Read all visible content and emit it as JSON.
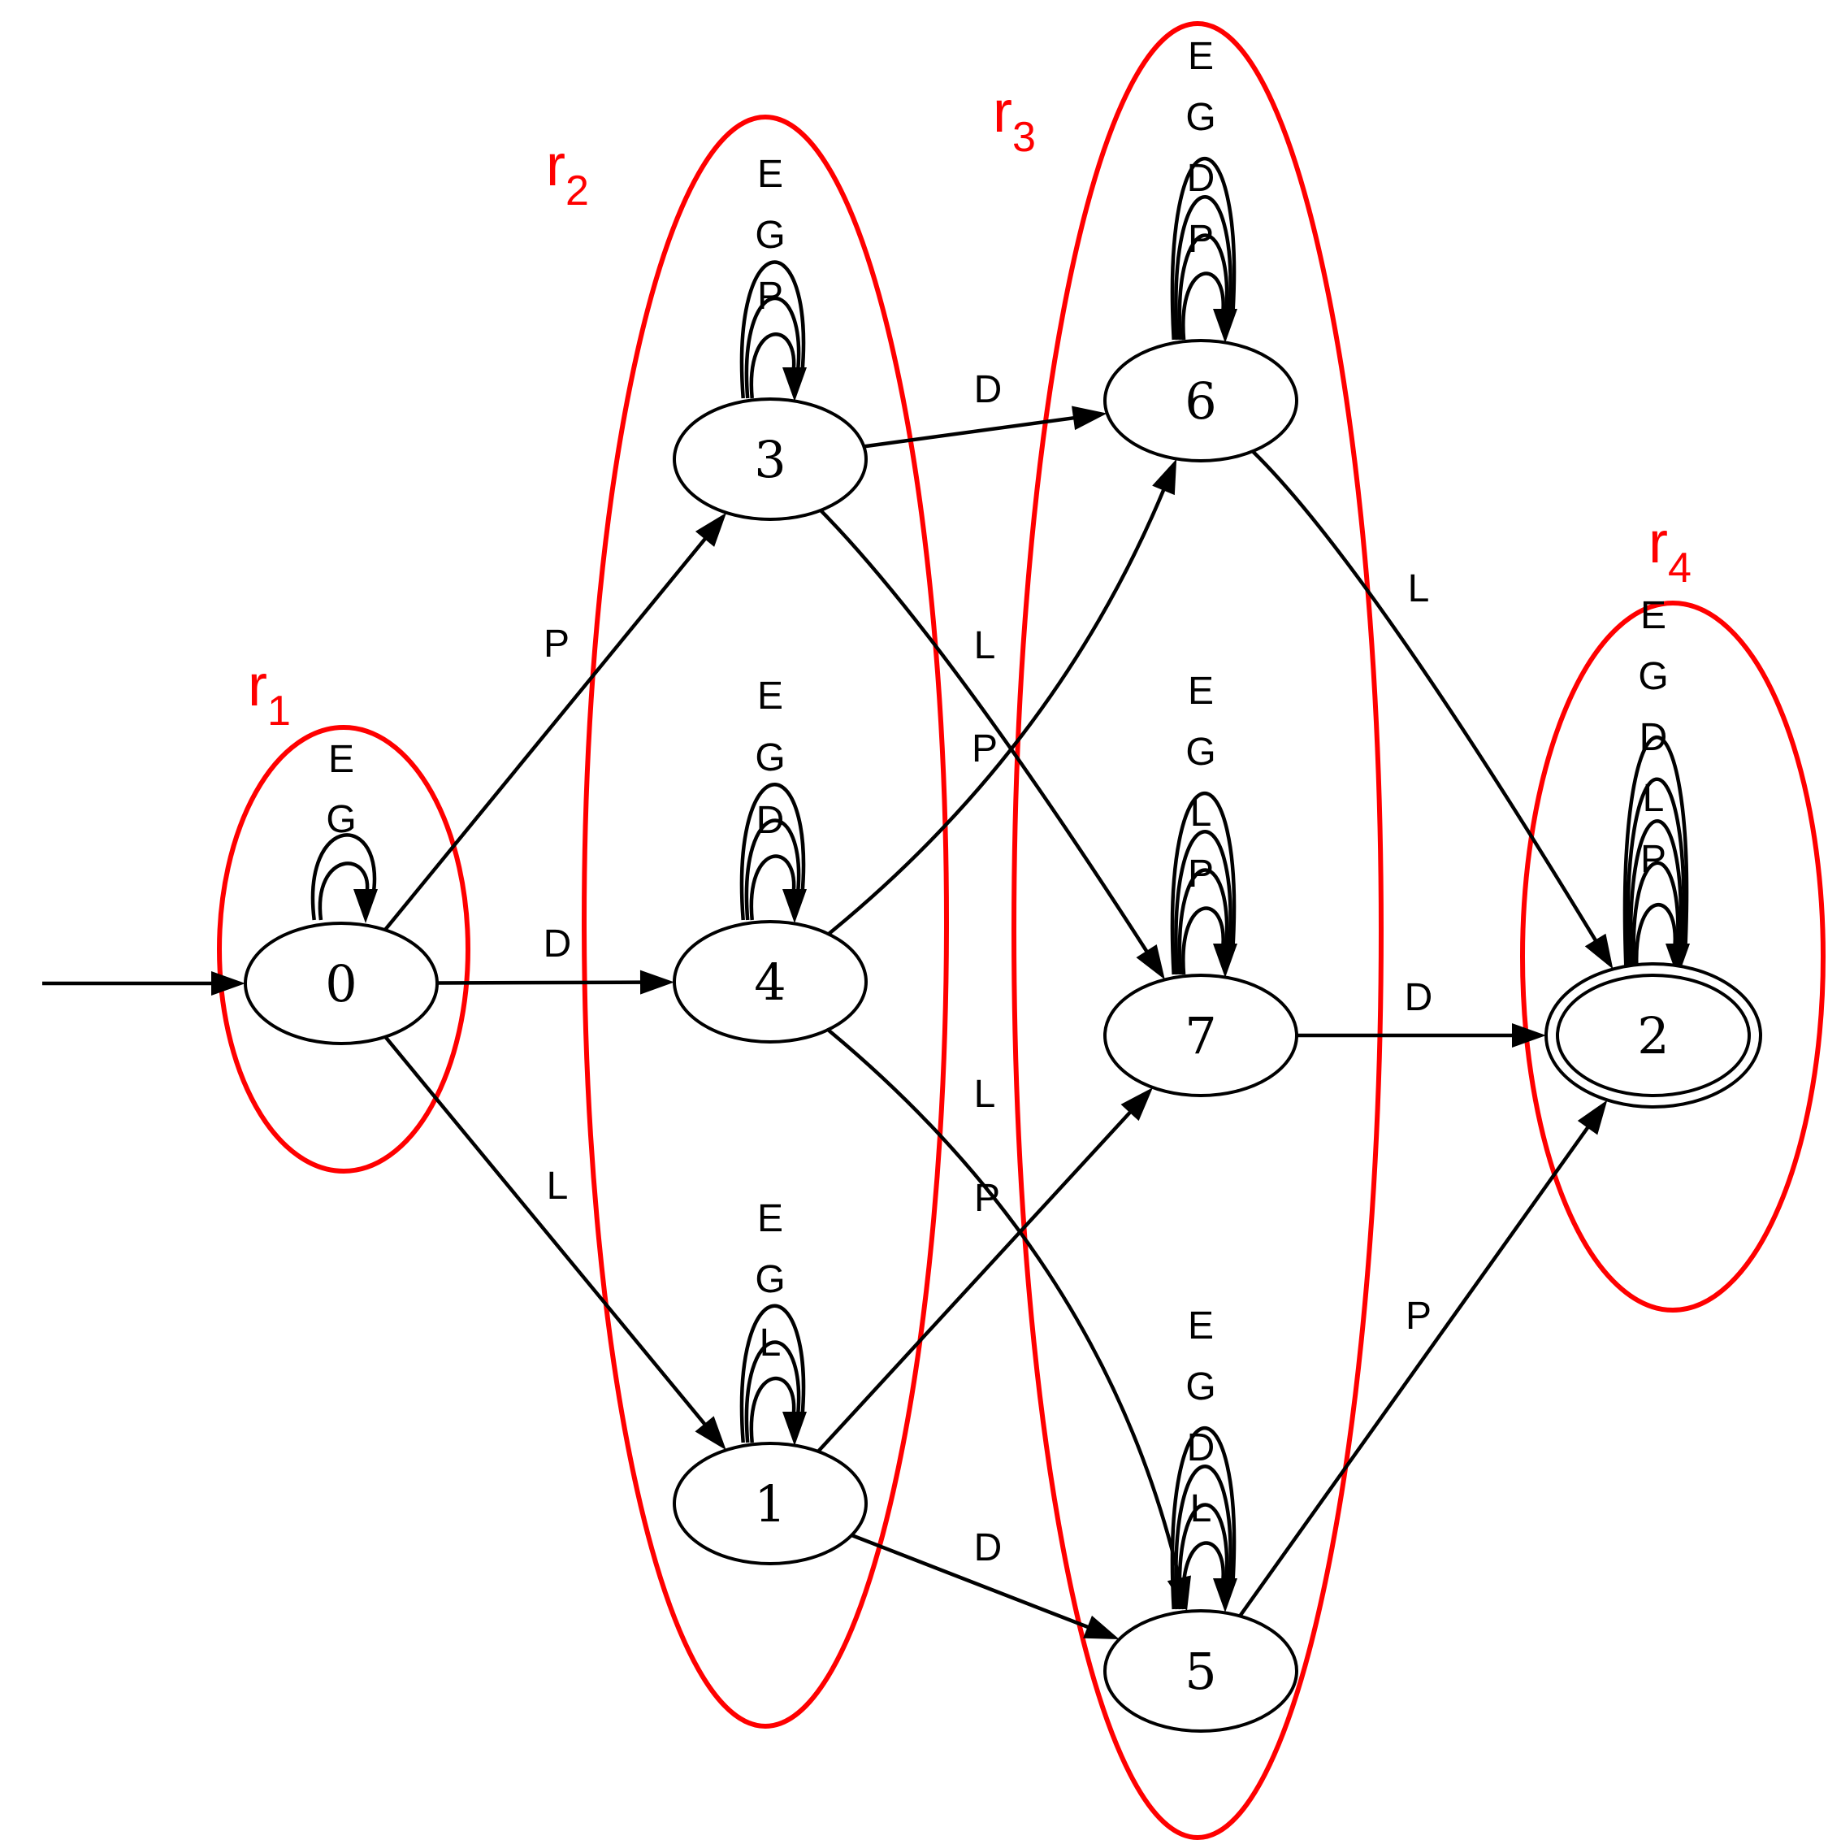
{
  "diagram": {
    "nodes": [
      {
        "id": "0",
        "label": "0"
      },
      {
        "id": "3",
        "label": "3"
      },
      {
        "id": "4",
        "label": "4"
      },
      {
        "id": "1",
        "label": "1"
      },
      {
        "id": "6",
        "label": "6"
      },
      {
        "id": "7",
        "label": "7"
      },
      {
        "id": "5",
        "label": "5"
      },
      {
        "id": "2",
        "label": "2",
        "accepting": true
      }
    ],
    "initial": "0",
    "edges": [
      {
        "from": "0",
        "to": "3",
        "label": "P"
      },
      {
        "from": "0",
        "to": "4",
        "label": "D"
      },
      {
        "from": "0",
        "to": "1",
        "label": "L"
      },
      {
        "from": "3",
        "to": "6",
        "label": "D"
      },
      {
        "from": "3",
        "to": "7",
        "label": "L"
      },
      {
        "from": "4",
        "to": "6",
        "label": "P"
      },
      {
        "from": "4",
        "to": "5",
        "label": "L"
      },
      {
        "from": "1",
        "to": "7",
        "label": "P"
      },
      {
        "from": "1",
        "to": "5",
        "label": "D"
      },
      {
        "from": "6",
        "to": "2",
        "label": "L"
      },
      {
        "from": "7",
        "to": "2",
        "label": "D"
      },
      {
        "from": "5",
        "to": "2",
        "label": "P"
      }
    ],
    "self_loops": {
      "0": [
        "E",
        "G"
      ],
      "3": [
        "E",
        "G",
        "P"
      ],
      "4": [
        "E",
        "G",
        "D"
      ],
      "1": [
        "E",
        "G",
        "L"
      ],
      "6": [
        "E",
        "G",
        "D",
        "P"
      ],
      "7": [
        "E",
        "G",
        "L",
        "P"
      ],
      "5": [
        "E",
        "G",
        "D",
        "L"
      ],
      "2": [
        "E",
        "G",
        "D",
        "L",
        "P"
      ]
    },
    "regions": [
      {
        "letter": "r",
        "sub": "1"
      },
      {
        "letter": "r",
        "sub": "2"
      },
      {
        "letter": "r",
        "sub": "3"
      },
      {
        "letter": "r",
        "sub": "4"
      }
    ],
    "colors": {
      "region": "#ff0000",
      "edge": "#000000",
      "node_fill": "#ffffff"
    }
  }
}
